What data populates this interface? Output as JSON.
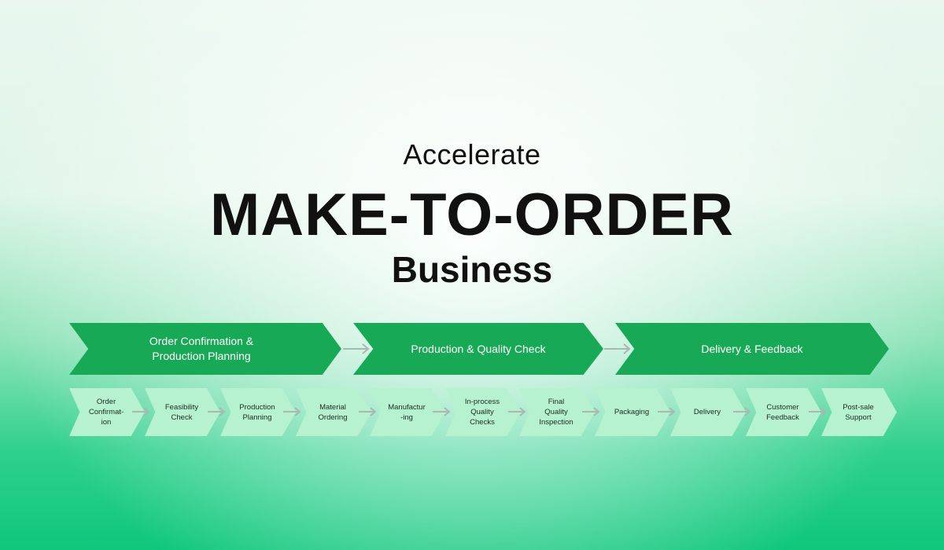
{
  "header": {
    "pretitle": "Accelerate",
    "title": "MAKE-TO-ORDER",
    "subtitle": "Business"
  },
  "phases": [
    {
      "label_line1": "Order Confirmation &",
      "label_line2": "Production Planning"
    },
    {
      "label_line1": "Production & Quality Check",
      "label_line2": ""
    },
    {
      "label_line1": "Delivery & Feedback",
      "label_line2": ""
    }
  ],
  "steps": [
    {
      "l1": "Order",
      "l2": "Confirmat-",
      "l3": "ion"
    },
    {
      "l1": "Feasibility",
      "l2": "Check",
      "l3": ""
    },
    {
      "l1": "Production",
      "l2": "Planning",
      "l3": ""
    },
    {
      "l1": "Material",
      "l2": "Ordering",
      "l3": ""
    },
    {
      "l1": "Manufactur",
      "l2": "-ing",
      "l3": ""
    },
    {
      "l1": "In-process",
      "l2": "Quality",
      "l3": "Checks"
    },
    {
      "l1": "Final",
      "l2": "Quality",
      "l3": "Inspection"
    },
    {
      "l1": "Packaging",
      "l2": "",
      "l3": ""
    },
    {
      "l1": "Delivery",
      "l2": "",
      "l3": ""
    },
    {
      "l1": "Customer",
      "l2": "Feedback",
      "l3": ""
    },
    {
      "l1": "Post-sale",
      "l2": "Support",
      "l3": ""
    }
  ],
  "colors": {
    "phase_fill": "#18a957",
    "step_fill": "#b6f2cf",
    "arrow": "#a9b8b0"
  }
}
